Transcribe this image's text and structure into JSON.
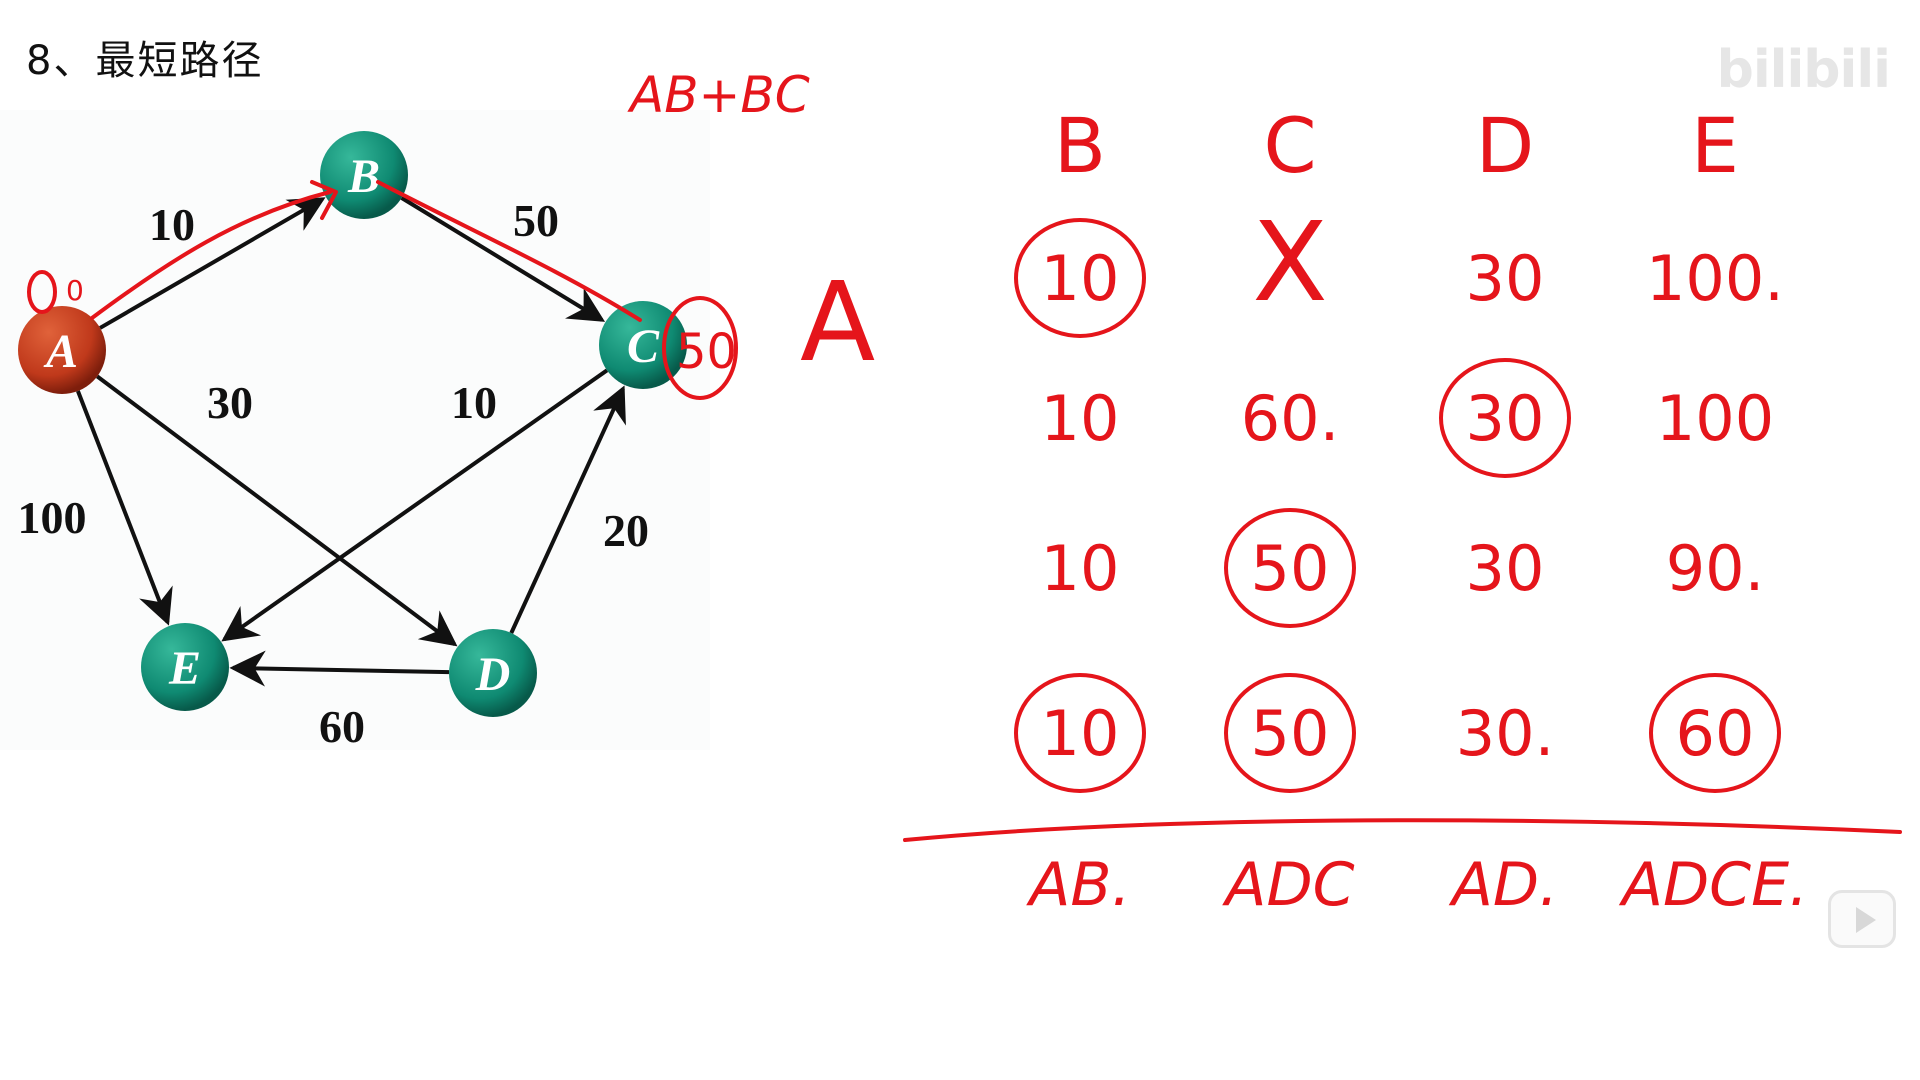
{
  "page": {
    "title": "8、最短路径",
    "brand": "bilibili"
  },
  "graph": {
    "nodes": [
      {
        "id": "A",
        "label": "A",
        "color": "#c0391b"
      },
      {
        "id": "B",
        "label": "B",
        "color": "#0f8a72"
      },
      {
        "id": "C",
        "label": "C",
        "color": "#0f8a72"
      },
      {
        "id": "D",
        "label": "D",
        "color": "#0f8a72"
      },
      {
        "id": "E",
        "label": "E",
        "color": "#0f8a72"
      }
    ],
    "edges": [
      {
        "from": "A",
        "to": "B",
        "weight": "10"
      },
      {
        "from": "B",
        "to": "C",
        "weight": "50"
      },
      {
        "from": "A",
        "to": "D",
        "weight": "30"
      },
      {
        "from": "C",
        "to": "E",
        "weight": "10"
      },
      {
        "from": "A",
        "to": "E",
        "weight": "100"
      },
      {
        "from": "D",
        "to": "C",
        "weight": "20"
      },
      {
        "from": "D",
        "to": "E",
        "weight": "60"
      }
    ]
  },
  "annotations": {
    "start_distance": "0",
    "c_note": "50",
    "top_note": "AB+BC",
    "source_label": "A",
    "columns": [
      "B",
      "C",
      "D",
      "E"
    ],
    "rows": [
      [
        "10",
        "X",
        "30",
        "100."
      ],
      [
        "10",
        "60.",
        "30",
        "100"
      ],
      [
        "10",
        "50",
        "30",
        "90."
      ],
      [
        "10",
        "50",
        "30.",
        "60"
      ]
    ],
    "circled": [
      [
        true,
        false,
        false,
        false
      ],
      [
        false,
        false,
        true,
        false
      ],
      [
        false,
        true,
        false,
        false
      ],
      [
        true,
        true,
        false,
        true
      ]
    ],
    "paths": [
      "AB.",
      "ADC",
      "AD.",
      "ADCE."
    ]
  },
  "colors": {
    "ink": "#e5151b",
    "node_start": "#c0391b",
    "node_default": "#0f8a72"
  }
}
